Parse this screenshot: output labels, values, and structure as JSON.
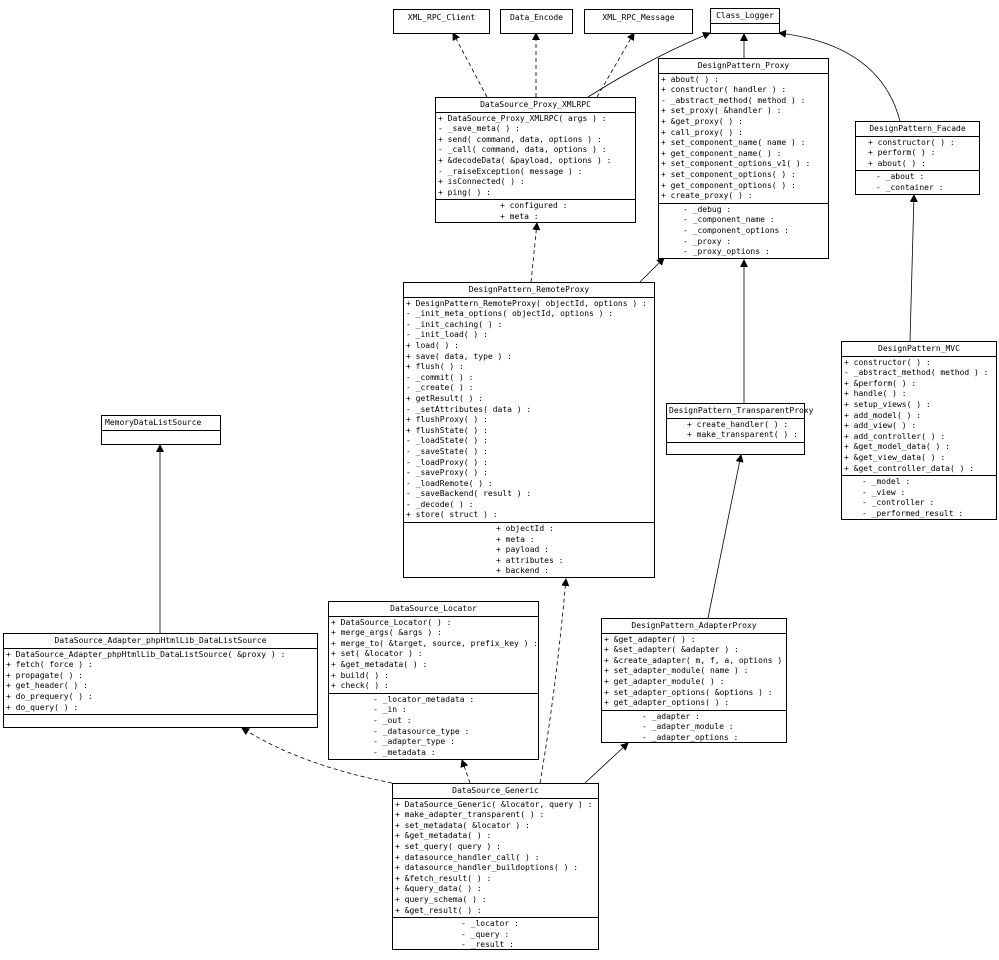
{
  "classes": {
    "xml_rpc_client": {
      "name": "XML_RPC_Client",
      "methods": [],
      "attributes": []
    },
    "data_encode": {
      "name": "Data_Encode",
      "methods": [],
      "attributes": []
    },
    "xml_rpc_message": {
      "name": "XML_RPC_Message",
      "methods": [],
      "attributes": []
    },
    "class_logger": {
      "name": "Class_Logger",
      "methods": [],
      "attributes": []
    },
    "datasource_proxy_xmlrpc": {
      "name": "DataSource_Proxy_XMLRPC",
      "methods": [
        "+ DataSource_Proxy_XMLRPC( args ) :",
        "- _save_meta( ) :",
        "+ send( command, data, options ) :",
        "- _call( command, data, options ) :",
        "+ &decodeData( &payload, options ) :",
        "- _raiseException( message ) :",
        "+ isConnected( ) :",
        "+ ping( ) :"
      ],
      "attributes": [
        "+ configured :",
        "+ meta :"
      ]
    },
    "designpattern_proxy": {
      "name": "DesignPattern_Proxy",
      "methods": [
        "+ about( ) :",
        "+ constructor( handler ) :",
        "- _abstract_method( method ) :",
        "+ set_proxy( &handler ) :",
        "+ &get_proxy( ) :",
        "+ call_proxy( ) :",
        "+ set_component_name( name ) :",
        "+ get_component_name( ) :",
        "+ set_component_options_v1( ) :",
        "+ set_component_options( ) :",
        "+ get_component_options( ) :",
        "+ create_proxy( ) :"
      ],
      "attributes": [
        "- _debug :",
        "- _component_name :",
        "- _component_options :",
        "- _proxy :",
        "- _proxy_options :"
      ]
    },
    "designpattern_facade": {
      "name": "DesignPattern_Facade",
      "methods": [
        "+ constructor( ) :",
        "+ perform( ) :",
        "+ about( ) :"
      ],
      "attributes": [
        "- _about :",
        "- _container :"
      ]
    },
    "designpattern_remoteproxy": {
      "name": "DesignPattern_RemoteProxy",
      "methods": [
        "+ DesignPattern_RemoteProxy( objectId, options ) :",
        "- _init_meta_options( objectId, options ) :",
        "- _init_caching( ) :",
        "- _init_load( ) :",
        "+ load( ) :",
        "+ save( data, type ) :",
        "+ flush( ) :",
        "- _commit( ) :",
        "- _create( ) :",
        "+ getResult( ) :",
        "- _setAttributes( data ) :",
        "+ flushProxy( ) :",
        "+ flushState( ) :",
        "- _loadState( ) :",
        "- _saveState( ) :",
        "- _loadProxy( ) :",
        "- _saveProxy( ) :",
        "- _loadRemote( ) :",
        "- _saveBackend( result ) :",
        "- _decode( ) :",
        "+ store( struct ) :"
      ],
      "attributes": [
        "+ objectId :",
        "+ meta :",
        "+ payload :",
        "+ attributes :",
        "+ backend :"
      ]
    },
    "memorydatalistsource": {
      "name": "MemoryDataListSource",
      "methods": [],
      "attributes": []
    },
    "designpattern_transparentproxy": {
      "name": "DesignPattern_TransparentProxy",
      "methods": [
        "+ create_handler( ) :",
        "+ make_transparent( ) :"
      ],
      "attributes": []
    },
    "designpattern_mvc": {
      "name": "DesignPattern_MVC",
      "methods": [
        "+ constructor( ) :",
        "- _abstract_method( method ) :",
        "+ &perform( ) :",
        "+ handle( ) :",
        "+ setup_views( ) :",
        "+ add_model( ) :",
        "+ add_view( ) :",
        "+ add_controller( ) :",
        "+ &get_model_data( ) :",
        "+ &get_view_data( ) :",
        "+ &get_controller_data( ) :"
      ],
      "attributes": [
        "- _model :",
        "- _view :",
        "- _controller :",
        "- _performed_result :"
      ]
    },
    "datasource_locator": {
      "name": "DataSource_Locator",
      "methods": [
        "+ DataSource_Locator( ) :",
        "+ merge_args( &args ) :",
        "+ merge_to( &target, source, prefix_key ) :",
        "+ set( &locator ) :",
        "+ &get_metadata( ) :",
        "+ build( ) :",
        "+ check( ) :"
      ],
      "attributes": [
        "- _locator_metadata :",
        "- _in :",
        "- _out :",
        "- _datasource_type :",
        "- _adapter_type :",
        "- _metadata :"
      ]
    },
    "datasource_adapter_phphtmllib": {
      "name": "DataSource_Adapter_phpHtmlLib_DataListSource",
      "methods": [
        "+ DataSource_Adapter_phpHtmlLib_DataListSource( &proxy ) :",
        "+ fetch( force ) :",
        "+ propagate( ) :",
        "+ get_header( ) :",
        "+ do_prequery( ) :",
        "+ do_query( ) :"
      ],
      "attributes": []
    },
    "designpattern_adapterproxy": {
      "name": "DesignPattern_AdapterProxy",
      "methods": [
        "+ &get_adapter( ) :",
        "+ &set_adapter( &adapter ) :",
        "+ &create_adapter( m, f, a, options ) :",
        "+ set_adapter_module( name ) :",
        "+ get_adapter_module( ) :",
        "+ set_adapter_options( &options ) :",
        "+ get_adapter_options( ) :"
      ],
      "attributes": [
        "- _adapter :",
        "- _adapter_module :",
        "- _adapter_options :"
      ]
    },
    "datasource_generic": {
      "name": "DataSource_Generic",
      "methods": [
        "+ DataSource_Generic( &locator, query ) :",
        "+ make_adapter_transparent( ) :",
        "+ set_metadata( &locator ) :",
        "+ &get_metadata( ) :",
        "+ set_query( query ) :",
        "+ datasource_handler_call( ) :",
        "+ datasource_handler_buildoptions( ) :",
        "+ &fetch_result( ) :",
        "+ &query_data( ) :",
        "+ query_schema( ) :",
        "+ &get_result( ) :"
      ],
      "attributes": [
        "- _locator :",
        "- _query :",
        "- _result :"
      ]
    }
  }
}
